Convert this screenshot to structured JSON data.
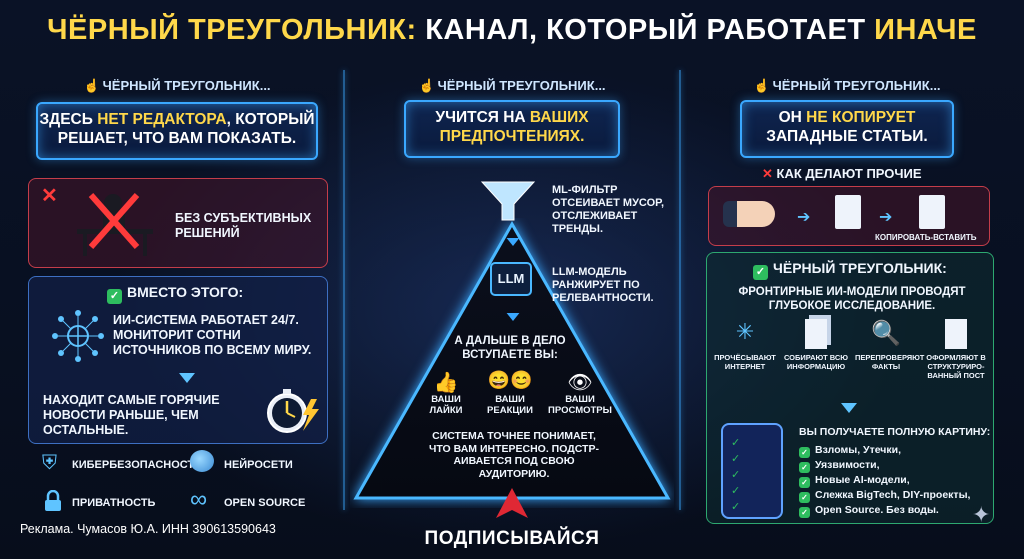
{
  "title": {
    "part1": "ЧЁРНЫЙ ТРЕУГОЛЬНИК:",
    "part2": "КАНАЛ, КОТОРЫЙ РАБОТАЕТ",
    "part3": "ИНАЧЕ"
  },
  "left": {
    "caption": "ЧЁРНЫЙ ТРЕУГОЛЬНИК...",
    "banner": {
      "a": "ЗДЕСЬ",
      "b": "НЕТ РЕДАКТОРА",
      "c": ", КОТОРЫЙ",
      "d": "РЕШАЕТ, ЧТО ВАМ ПОКАЗАТЬ."
    },
    "no_bias": "БЕЗ СУБЪЕКТИВНЫХ РЕШЕНИЙ",
    "instead_title": "ВМЕСТО ЭТОГО:",
    "ai_system": "ИИ-СИСТЕМА РАБОТАЕТ 24/7. МОНИТОРИТ СОТНИ ИСТОЧНИКОВ ПО ВСЕМУ МИРУ.",
    "finds": "НАХОДИТ САМЫЕ ГОРЯЧИЕ НОВОСТИ РАНЬШЕ, ЧЕМ ОСТАЛЬНЫЕ.",
    "topics": [
      {
        "label": "КИБЕРБЕЗОПАСНОСТЬ",
        "icon": "shield-icon"
      },
      {
        "label": "НЕЙРОСЕТИ",
        "icon": "brain-icon"
      },
      {
        "label": "ПРИВАТНОСТЬ",
        "icon": "lock-icon"
      },
      {
        "label": "OPEN SOURCE",
        "icon": "infinity-icon"
      }
    ]
  },
  "middle": {
    "caption": "ЧЁРНЫЙ ТРЕУГОЛЬНИК...",
    "banner": {
      "a": "УЧИТСЯ НА",
      "b": "ВАШИХ",
      "c": "ПРЕДПОЧТЕНИЯХ."
    },
    "ml_filter": "ML-ФИЛЬТР ОТСЕИВАЕТ МУСОР, ОТСЛЕЖИВАЕТ ТРЕНДЫ.",
    "llm_label": "LLM",
    "llm_model": "LLM-МОДЕЛЬ РАНЖИРУЕТ ПО РЕЛЕВАНТНОСТИ.",
    "then_you": "А ДАЛЬШЕ В ДЕЛО ВСТУПАЕТЕ ВЫ:",
    "signals": [
      {
        "label": "ВАШИ ЛАЙКИ",
        "icon": "thumbs-up-icon"
      },
      {
        "label": "ВАШИ РЕАКЦИИ",
        "icon": "emoji-icon"
      },
      {
        "label": "ВАШИ ПРОСМОТРЫ",
        "icon": "eye-icon"
      }
    ],
    "system_adapts": "СИСТЕМА ТОЧНЕЕ ПОНИМАЕТ, ЧТО ВАМ ИНТЕРЕСНО. ПОДСТР-АИВАЕТСЯ ПОД СВОЮ АУДИТОРИЮ.",
    "subscribe": "ПОДПИСЫВАЙСЯ"
  },
  "right": {
    "caption": "ЧЁРНЫЙ ТРЕУГОЛЬНИК...",
    "banner": {
      "a": "ОН",
      "b": "НЕ КОПИРУЕТ",
      "c": "ЗАПАДНЫЕ СТАТЬИ."
    },
    "others_title": "КАК ДЕЛАЮТ ПРОЧИЕ",
    "copy_paste": "КОПИРОВАТЬ-ВСТАВИТЬ",
    "bt_title": "ЧЁРНЫЙ ТРЕУГОЛЬНИК:",
    "bt_desc": "ФРОНТИРНЫЕ ИИ-МОДЕЛИ ПРОВОДЯТ ГЛУБОКОЕ ИССЛЕДОВАНИЕ.",
    "steps": [
      {
        "label": "ПРОЧЁСЫВАЮТ ИНТЕРНЕТ"
      },
      {
        "label": "СОБИРАЮТ ВСЮ ИНФОРМАЦИЮ"
      },
      {
        "label": "ПЕРЕПРОВЕРЯЮТ ФАКТЫ"
      },
      {
        "label": "ОФОРМЛЯЮТ В СТРУКТУРИРО-ВАННЫЙ ПОСТ"
      }
    ],
    "full_picture": "ВЫ ПОЛУЧАЕТЕ ПОЛНУЮ КАРТИНУ:",
    "items": [
      "Взломы, Утечки,",
      "Уязвимости,",
      "Новые AI-модели,",
      "Слежка BigTech, DIY-проекты,",
      "Open Source. Без воды."
    ]
  },
  "ad_text": "Реклама. Чумасов Ю.А. ИНН 390613590643",
  "colors": {
    "accent": "#3aa8ff",
    "yellow": "#ffd84a",
    "red": "#ff3b3b",
    "green": "#2ebd5f",
    "bg": "#0a1226"
  }
}
